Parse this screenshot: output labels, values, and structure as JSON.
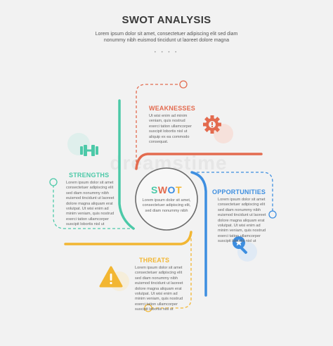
{
  "header": {
    "title": "SWOT ANALYSIS",
    "subtitle": "Lorem ipsum dolor sit amet, consectetuer adipiscing elit sed diam nonummy nibh euismod tincidunt ut laoreet dolore magna",
    "dots": "• • • •"
  },
  "center": {
    "letters": [
      "S",
      "W",
      "O",
      "T"
    ],
    "text": "Lorem ipsum dolor sit amet, consectetuer adipiscing elit, sed diam nonummy nibh"
  },
  "sections": {
    "weaknesses": {
      "title": "WEAKNESSES",
      "text": "Ut wisi enim ad minim\nveniam, quis nostrud\nexerci tation ullamcorper\nsuscipit lobortis nisl ut\naliquip ex ea commodo\nconsequat.",
      "color": "#e36b4f",
      "icon": "gear-warning-icon"
    },
    "strengths": {
      "title": "STRENGTHS",
      "text": "Lorem ipsum dolor sit amet\nconsectetuer adipiscing elit\nsed diam nonummy nibh\neuismod tincidunt ut laoreet\ndolore magna aliquam erat\nvolutpat. Ut wisi enim ad\nminim veniam, quis nostrud\nexerci tation ullamcorper\nsuscipit lobortis nisl ut",
      "color": "#4cc9a8",
      "icon": "dumbbell-icon"
    },
    "opportunities": {
      "title": "OPPORTUNITIES",
      "text": "Lorem ipsum dolor sit amet\nconsectetuer adipiscing elit\nsed diam nonummy nibh\neuismod tincidunt ut laoreet\ndolore magna aliquam erat\nvolutpat. Ut wisi enim ad\nminim veniam, quis nostrud\nexerci tation ullamcorper\nsuscipit lobortis nisl ut",
      "color": "#3d8ee0",
      "icon": "magnifier-star-icon"
    },
    "threats": {
      "title": "THREATS",
      "text": "Lorem ipsum dolor sit amet\nconsectetuer adipiscing elit\nsed diam nonummy nibh\neuismod tincidunt ut laoreet\ndolore magna aliquam erat\nvolutpat. Ut wisi enim ad\nminim veniam, quis nostrud\nexerci tation ullamcorper\nsuscipit lobortis nisl ut",
      "color": "#f2b632",
      "icon": "warning-triangle-icon"
    }
  },
  "colors": {
    "s": "#4cc9a8",
    "w": "#e36b4f",
    "o": "#3d8ee0",
    "t": "#f2b632",
    "circle": "#666666",
    "background": "#f2f2f2"
  }
}
